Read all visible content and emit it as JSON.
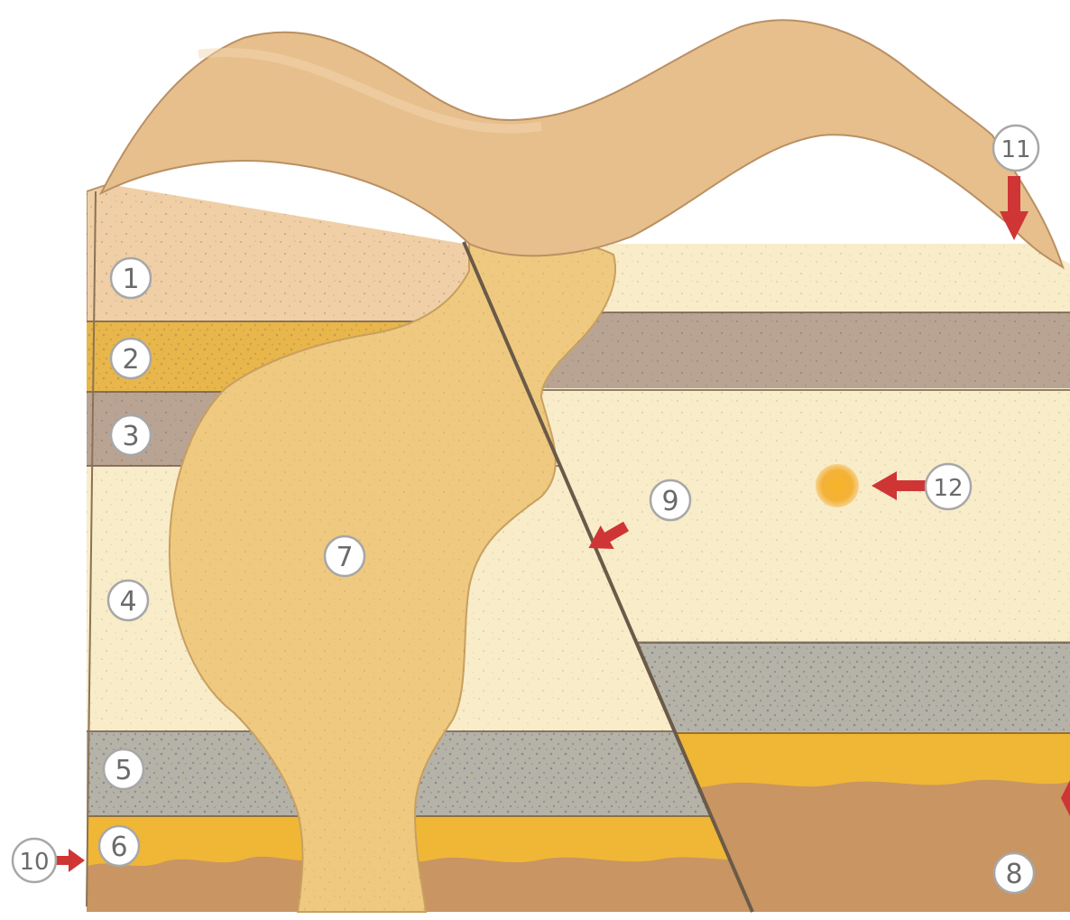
{
  "labels": {
    "l1": "1",
    "l2": "2",
    "l3": "3",
    "l4": "4",
    "l5": "5",
    "l6": "6",
    "l7": "7",
    "l8": "8",
    "l9": "9",
    "l10": "10",
    "l11": "11",
    "l12": "12"
  },
  "colors": {
    "top_fold": "#e7bf8c",
    "sand_pink": "#f0cfa6",
    "ochre": "#e8b64a",
    "taupe": "#b9a494",
    "cream": "#f8ecc9",
    "grey": "#b5b2a8",
    "gold": "#f0b636",
    "brown": "#c89563",
    "intrusion": "#efc97f",
    "arrow": "#cf3535",
    "fault": "#6a5a48",
    "ore": "#f2ad24"
  }
}
